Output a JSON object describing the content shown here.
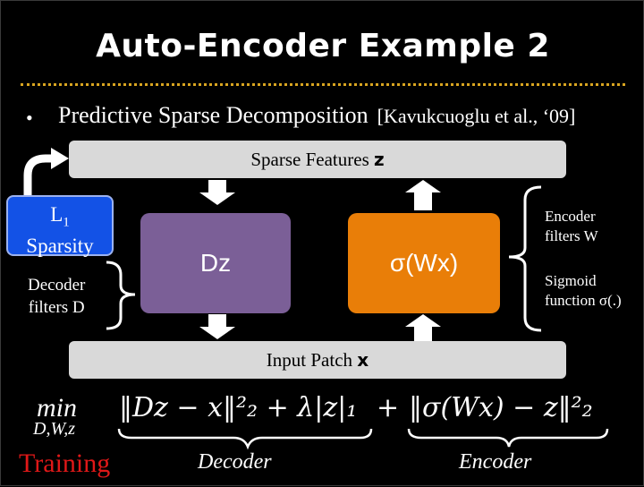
{
  "title": "Auto-Encoder Example 2",
  "bullet": {
    "symbol": "•",
    "text": "Predictive Sparse Decomposition",
    "citation": "[Kavukcuoglu et al., ‘09]"
  },
  "top_bar": {
    "label": "Sparse Features",
    "symbol": "z"
  },
  "bottom_bar": {
    "label": "Input Patch",
    "symbol": "x"
  },
  "decoder_box": {
    "label": "Dz",
    "color": "#7b5f97"
  },
  "encoder_box": {
    "label": "σ(Wx)",
    "color": "#e97e08"
  },
  "l1_box": {
    "line1": "L",
    "line1_sub": "1",
    "line2": "Sparsity",
    "color": "#1352e6"
  },
  "decoder_filters": {
    "line1": "Decoder",
    "line2": "filters D"
  },
  "encoder_filters": {
    "line1": "Encoder",
    "line2": "filters W"
  },
  "sigmoid": {
    "line1": "Sigmoid",
    "line2": "function σ(.)"
  },
  "formula": {
    "min": "min",
    "min_sub": "D,W,z",
    "decoder_term": "‖Dz − x‖²₂ + λ|z|₁",
    "plus": "+",
    "encoder_term": "‖σ(Wx) − z‖²₂",
    "decoder_label": "Decoder",
    "encoder_label": "Encoder"
  },
  "training_label": "Training",
  "accent_colors": {
    "dots": "#d9a520",
    "training": "#e01818",
    "bars": "#d9d9d9"
  }
}
